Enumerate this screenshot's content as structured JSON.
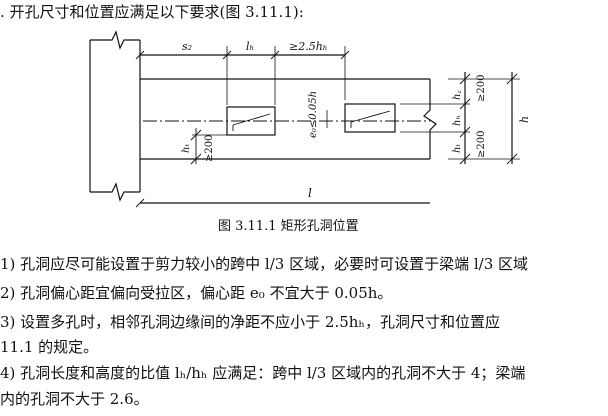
{
  "intro": ". 开孔尺寸和位置应满足以下要求(图 3.11.1):",
  "figure": {
    "caption": "图 3.11.1   矩形孔洞位置",
    "labels": {
      "s2": "s₂",
      "lh": "lₕ",
      "gap": "≥2.5hₕ",
      "hc": "h꜀",
      "hh": "hₕ",
      "ht": "hₜ",
      "ge200": "≥200",
      "h": "h",
      "l": "l",
      "e0": "e₀≤0.05h"
    }
  },
  "paragraphs": {
    "p1": "1) 孔洞应尽可能设置于剪力较小的跨中 l/3 区域，必要时可设置于梁端 l/3 区域",
    "p2": "2) 孔洞偏心距宜偏向受拉区，偏心距 e₀ 不宜大于 0.05h。",
    "p3_line1": "3) 设置多孔时，相邻孔洞边缘间的净距不应小于 2.5hₕ，孔洞尺寸和位置应",
    "p3_line2": "11.1 的规定。",
    "p4_line1": "4) 孔洞长度和高度的比值 lₕ/hₕ 应满足：跨中 l/3 区域内的孔洞不大于 4；梁端",
    "p4_line2": "内的孔洞不大于 2.6。"
  }
}
